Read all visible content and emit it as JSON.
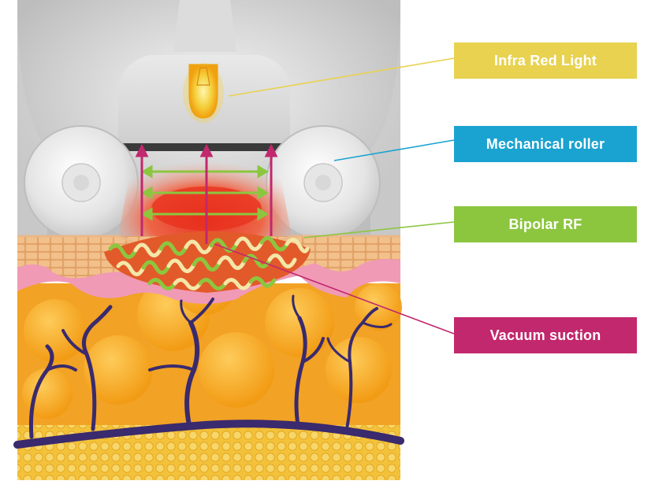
{
  "labels": {
    "infrared": {
      "text": "Infra Red Light",
      "color": "#e8d250"
    },
    "roller": {
      "text": "Mechanical roller",
      "color": "#1aa3d0"
    },
    "rf": {
      "text": "Bipolar RF",
      "color": "#8cc63f"
    },
    "vacuum": {
      "text": "Vacuum suction",
      "color": "#c2286d"
    }
  },
  "colors": {
    "device_gray": "#d0d0d0",
    "fat_orange": "#f0a020",
    "deep_fat_yellow": "#f6c640",
    "skin_pink": "#f08aa8",
    "vessel_purple": "#3a2a6e",
    "heat_red": "#e83a2a",
    "arrow_green": "#8cc63f",
    "arrow_magenta": "#c2286d"
  }
}
